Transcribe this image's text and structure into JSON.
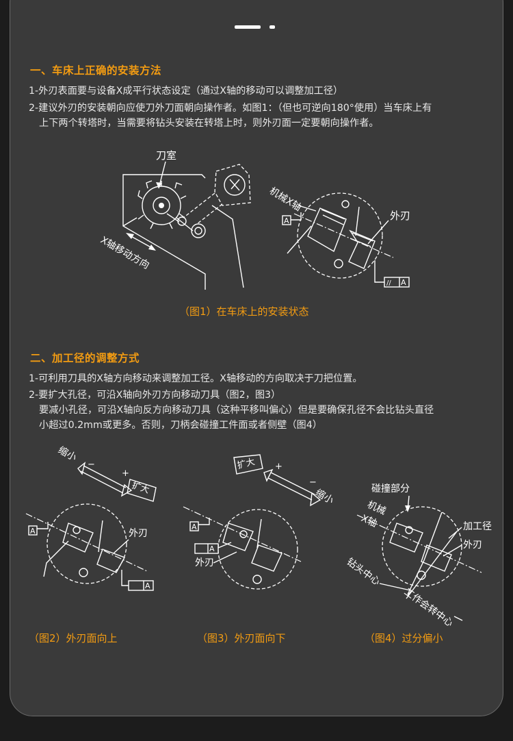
{
  "section1": {
    "heading": "一、车床上正确的安装方法",
    "line1": "1-外刃表面要与设备X成平行状态设定（通过X轴的移动可以调整加工径）",
    "line2a": "2-建议外刃的安装朝向应使刀外刀面朝向操作者。如图1：（但也可逆向180°使用）当车床上有",
    "line2b": "上下两个转塔时，当需要将钻头安装在转塔上时，则外刃面一定要朝向操作者。"
  },
  "figure1": {
    "label_turret": "刀室",
    "label_x_move": "X轴移动方向",
    "label_machine_x": "机械X轴",
    "label_outer_edge": "外刃",
    "datum": "A",
    "parallel_symbol": "//",
    "caption": "（图1）在车床上的安装状态"
  },
  "section2": {
    "heading": "二、加工径的调整方式",
    "line1": "1-可利用刀具的X轴方向移动来调整加工径。X轴移动的方向取决于刀把位置。",
    "line2a": "2-要扩大孔径，可沿X轴向外刃方向移动刀具（图2，图3）",
    "line2b": "要减小孔径，可沿X轴向反方向移动刀具（这种平移叫偏心）但是要确保孔径不会比钻头直径",
    "line2c": "小超过0.2mm或更多。否则，刀柄会碰撞工件面或者侧壁（图4）"
  },
  "figure2": {
    "shrink": "缩小",
    "expand": "扩大",
    "minus": "−",
    "plus": "+",
    "outer_edge": "外刃",
    "datum": "A",
    "caption": "（图2）外刃面向上"
  },
  "figure3": {
    "expand": "扩大",
    "shrink": "缩小",
    "minus": "−",
    "plus": "+",
    "outer_edge": "外刃",
    "datum": "A",
    "caption": "（图3）外刃面向下"
  },
  "figure4": {
    "collision": "碰撞部分",
    "machine": "机械",
    "x_axis": "X轴",
    "machining_dia": "加工径",
    "outer_edge": "外刃",
    "drill_center": "钻头中心",
    "work_center": "工作会转中心",
    "caption": "（图4）过分偏小"
  },
  "colors": {
    "accent": "#f39c12",
    "panel": "#3a3a3a",
    "background": "#1c1c1c"
  }
}
